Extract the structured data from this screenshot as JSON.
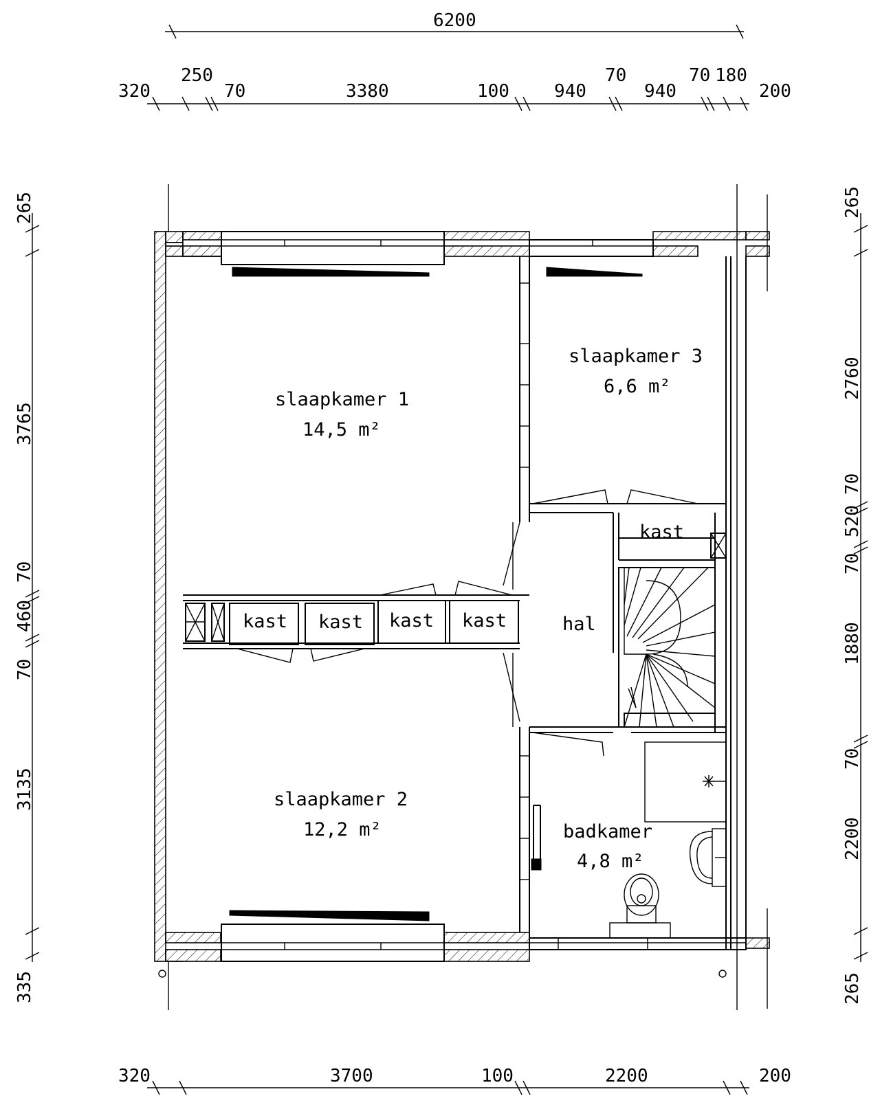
{
  "dimensions": {
    "top_total": "6200",
    "top_segments": [
      "320",
      "250",
      "70",
      "3380",
      "100",
      "940",
      "70",
      "940",
      "70",
      "180",
      "200"
    ],
    "bottom_segments": [
      "320",
      "3700",
      "100",
      "2200",
      "200"
    ],
    "left_segments": [
      "265",
      "3765",
      "70",
      "460",
      "70",
      "3135",
      "335"
    ],
    "right_segments": [
      "265",
      "2760",
      "70",
      "520",
      "70",
      "1880",
      "70",
      "2200",
      "265"
    ]
  },
  "rooms": {
    "slaapkamer1": {
      "name": "slaapkamer 1",
      "area": "14,5 m²"
    },
    "slaapkamer2": {
      "name": "slaapkamer 2",
      "area": "12,2 m²"
    },
    "slaapkamer3": {
      "name": "slaapkamer 3",
      "area": "6,6 m²"
    },
    "badkamer": {
      "name": "badkamer",
      "area": "4,8 m²"
    },
    "hal": {
      "name": "hal"
    },
    "kast_upper": {
      "name": "kast"
    },
    "kast_row": [
      "kast",
      "kast",
      "kast",
      "kast"
    ]
  }
}
